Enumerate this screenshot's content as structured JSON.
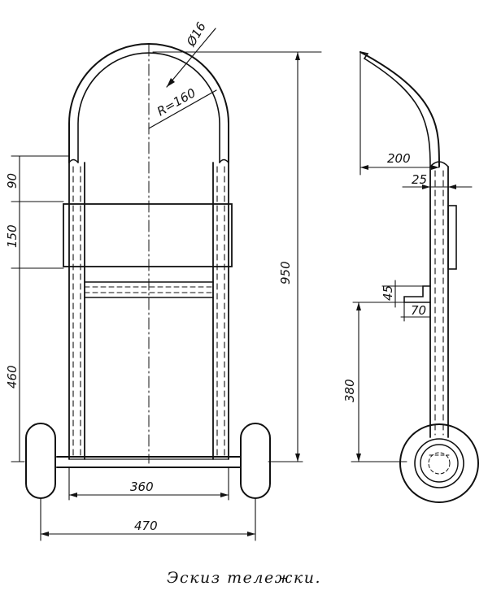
{
  "caption": "Эскиз тележки.",
  "dimensions": {
    "tube_diameter": "Ø16",
    "radius": "R=160",
    "total_height": "950",
    "seg_90": "90",
    "seg_150": "150",
    "seg_460": "460",
    "inner_width": "360",
    "outer_width": "470",
    "side_depth": "200",
    "side_25": "25",
    "side_45": "45",
    "side_70": "70",
    "side_380": "380"
  }
}
